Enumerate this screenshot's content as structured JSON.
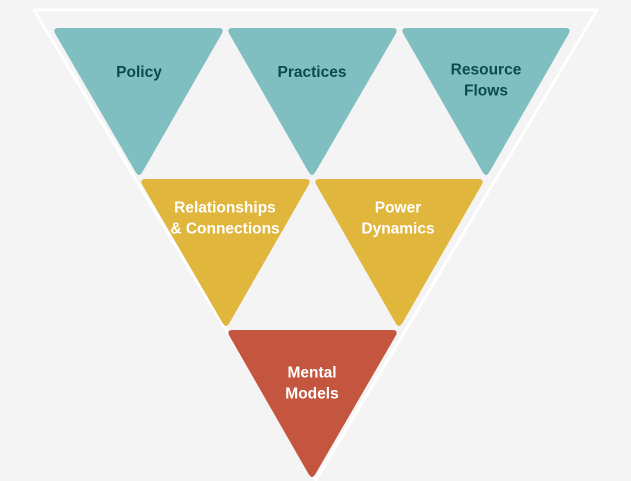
{
  "diagram": {
    "background_color": "#f3f4f3",
    "outline_color": "#ffffff",
    "triangles": [
      {
        "id": "policy",
        "lines": [
          "Policy"
        ],
        "fill": "#7fbfc2",
        "text_color": "#0d4a4c"
      },
      {
        "id": "practices",
        "lines": [
          "Practices"
        ],
        "fill": "#7fbfc2",
        "text_color": "#0d4a4c"
      },
      {
        "id": "resource-flows",
        "lines": [
          "Resource",
          "Flows"
        ],
        "fill": "#7fbfc2",
        "text_color": "#0d4a4c"
      },
      {
        "id": "relationships-connections",
        "lines": [
          "Relationships",
          "& Connections"
        ],
        "fill": "#e1b63c",
        "text_color": "#ffffff"
      },
      {
        "id": "power-dynamics",
        "lines": [
          "Power",
          "Dynamics"
        ],
        "fill": "#e1b63c",
        "text_color": "#ffffff"
      },
      {
        "id": "mental-models",
        "lines": [
          "Mental",
          "Models"
        ],
        "fill": "#c4553e",
        "text_color": "#ffffff"
      }
    ]
  }
}
